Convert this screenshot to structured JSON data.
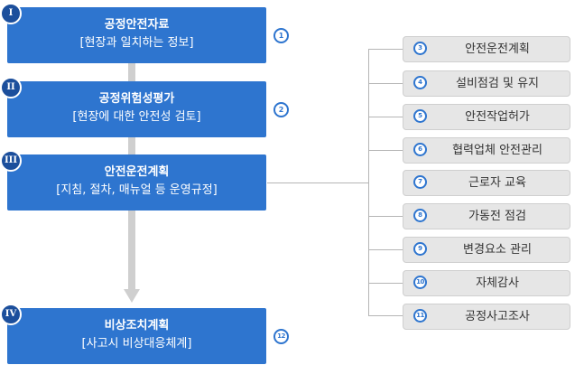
{
  "main_steps": [
    {
      "badge": "I",
      "title": "공정안전자료",
      "subtitle": "[현장과 일치하는 정보]",
      "num": "1"
    },
    {
      "badge": "II",
      "title": "공정위험성평가",
      "subtitle": "[현장에 대한 안전성 검토]",
      "num": "2"
    },
    {
      "badge": "III",
      "title": "안전운전계획",
      "subtitle": "[지침, 절차, 매뉴얼 등 운영규정]"
    },
    {
      "badge": "IV",
      "title": "비상조치계획",
      "subtitle": "[사고시 비상대응체계]",
      "num": "12"
    }
  ],
  "sub_steps": [
    {
      "num": "3",
      "label": "안전운전계획"
    },
    {
      "num": "4",
      "label": "설비점검 및 유지"
    },
    {
      "num": "5",
      "label": "안전작업허가"
    },
    {
      "num": "6",
      "label": "협력업체 안전관리"
    },
    {
      "num": "7",
      "label": "근로자 교육"
    },
    {
      "num": "8",
      "label": "가동전 점검"
    },
    {
      "num": "9",
      "label": "변경요소 관리"
    },
    {
      "num": "10",
      "label": "자체감사"
    },
    {
      "num": "11",
      "label": "공정사고조사"
    }
  ],
  "colors": {
    "primary": "#2e75cf",
    "badge": "#1c4f9c",
    "step_bg": "#e6e6e6",
    "connector": "#cfcfcf"
  }
}
